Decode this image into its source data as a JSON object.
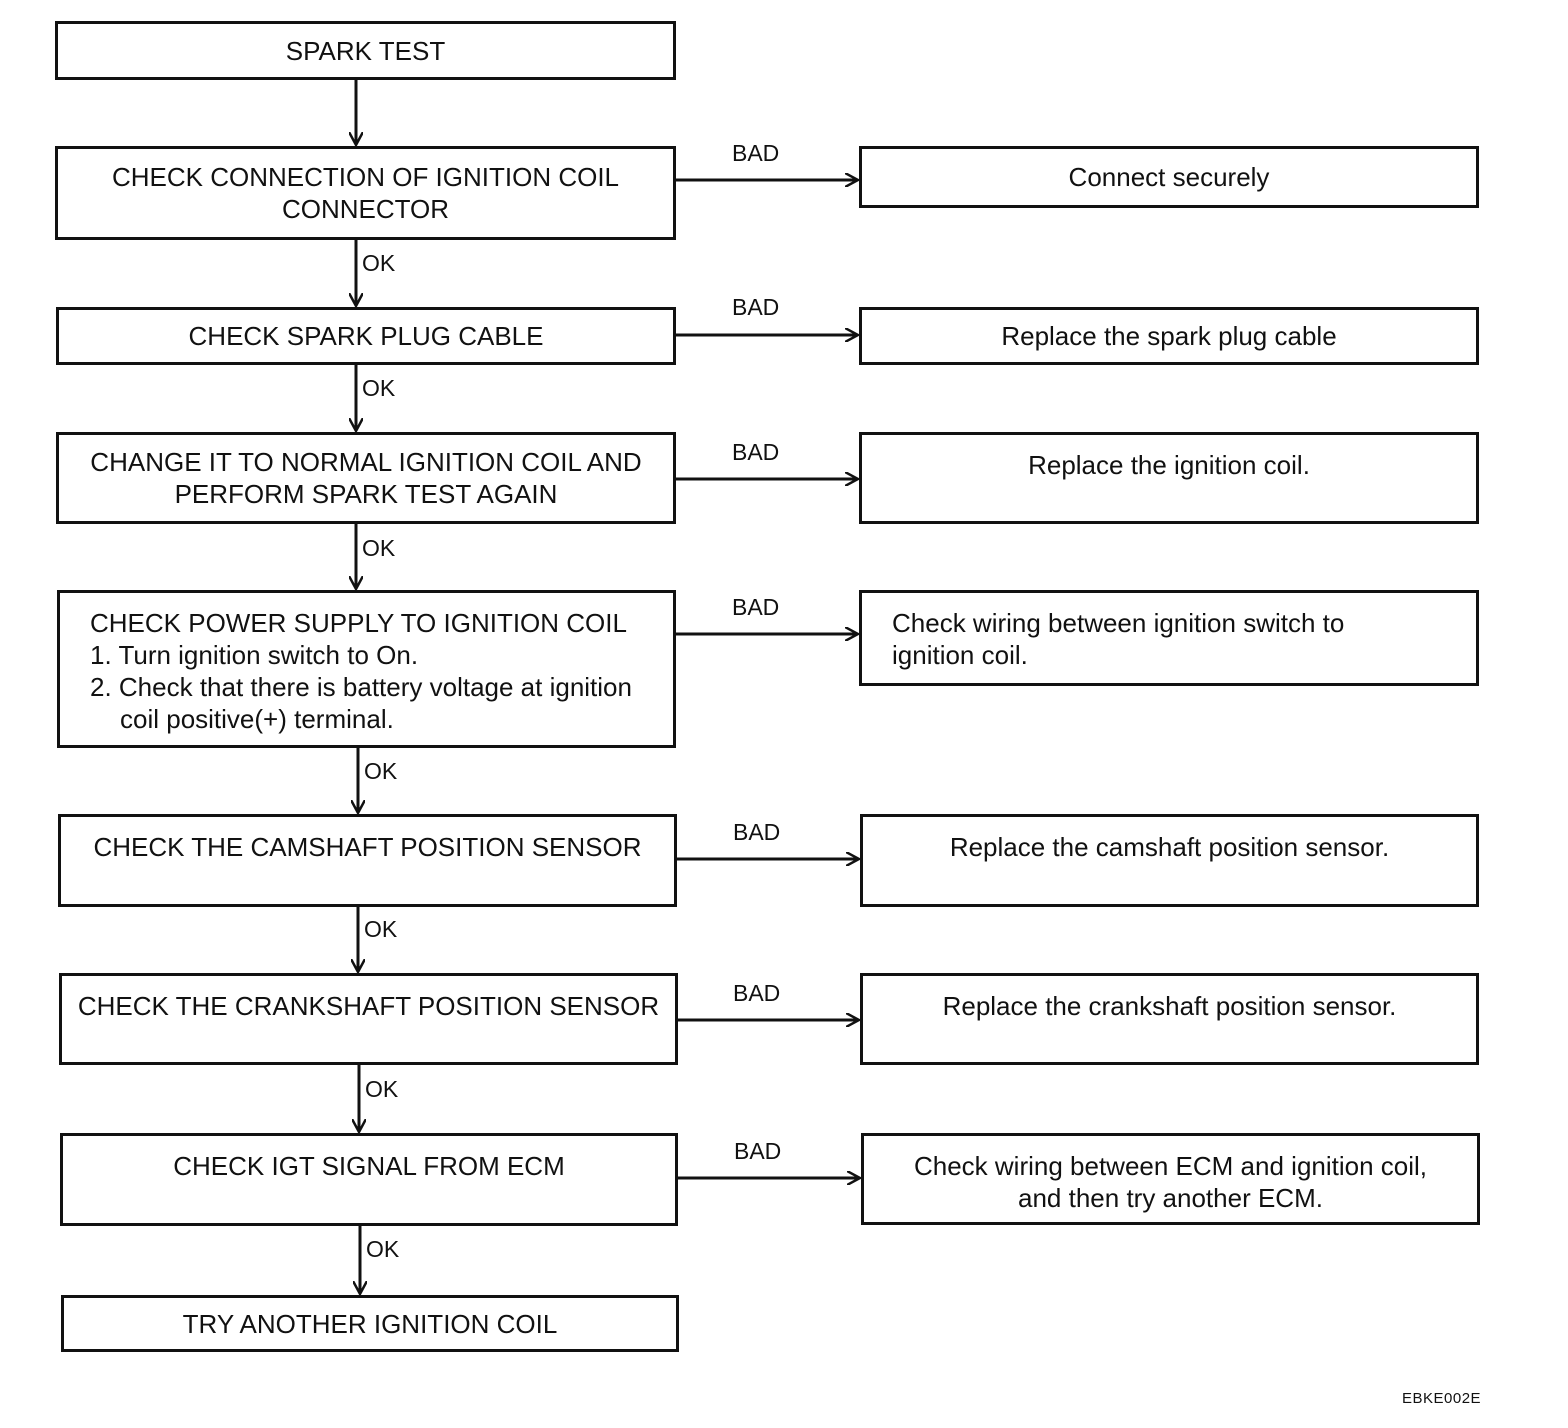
{
  "main_flow": [
    {
      "lines": [
        "SPARK TEST"
      ]
    },
    {
      "lines": [
        "CHECK CONNECTION OF IGNITION COIL",
        "CONNECTOR"
      ]
    },
    {
      "lines": [
        "CHECK SPARK PLUG CABLE"
      ]
    },
    {
      "lines": [
        "CHANGE IT TO NORMAL IGNITION COIL AND",
        "PERFORM SPARK TEST AGAIN"
      ]
    },
    {
      "lines": [
        "CHECK POWER SUPPLY TO IGNITION COIL",
        "1. Turn ignition switch to On.",
        "2. Check that there is battery voltage at ignition",
        "coil positive(+) terminal."
      ]
    },
    {
      "lines": [
        "CHECK THE CAMSHAFT POSITION SENSOR"
      ]
    },
    {
      "lines": [
        "CHECK THE CRANKSHAFT POSITION SENSOR"
      ]
    },
    {
      "lines": [
        "CHECK IGT SIGNAL FROM ECM"
      ]
    },
    {
      "lines": [
        "TRY ANOTHER IGNITION COIL"
      ]
    }
  ],
  "remedies": [
    {
      "lines": [
        "Connect securely"
      ]
    },
    {
      "lines": [
        "Replace the spark plug cable"
      ]
    },
    {
      "lines": [
        "Replace the ignition coil."
      ]
    },
    {
      "lines": [
        "Check wiring between ignition switch to",
        "ignition coil."
      ]
    },
    {
      "lines": [
        "Replace the camshaft position sensor."
      ]
    },
    {
      "lines": [
        "Replace the crankshaft position sensor."
      ]
    },
    {
      "lines": [
        "Check wiring between ECM and ignition coil,",
        "and then try another ECM."
      ]
    }
  ],
  "labels": {
    "ok": "OK",
    "bad": "BAD"
  },
  "figure_code": "EBKE002E"
}
